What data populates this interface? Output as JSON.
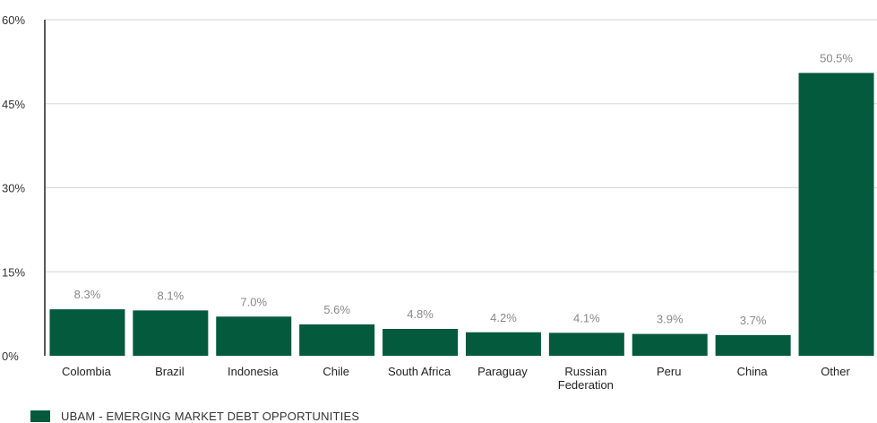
{
  "colors": {
    "bar": "#045a3c",
    "grid": "#d6d6d6",
    "axis": "#222222"
  },
  "chart_data": {
    "type": "bar",
    "categories": [
      "Colombia",
      "Brazil",
      "Indonesia",
      "Chile",
      "South Africa",
      "Paraguay",
      "Russian Federation",
      "Peru",
      "China",
      "Other"
    ],
    "category_lines": [
      [
        "Colombia"
      ],
      [
        "Brazil"
      ],
      [
        "Indonesia"
      ],
      [
        "Chile"
      ],
      [
        "South Africa"
      ],
      [
        "Paraguay"
      ],
      [
        "Russian",
        "Federation"
      ],
      [
        "Peru"
      ],
      [
        "China"
      ],
      [
        "Other"
      ]
    ],
    "series": [
      {
        "name": "UBAM - EMERGING MARKET DEBT OPPORTUNITIES",
        "values": [
          8.3,
          8.1,
          7.0,
          5.6,
          4.8,
          4.2,
          4.1,
          3.9,
          3.7,
          50.5
        ]
      }
    ],
    "data_labels": [
      "8.3%",
      "8.1%",
      "7.0%",
      "5.6%",
      "4.8%",
      "4.2%",
      "4.1%",
      "3.9%",
      "3.7%",
      "50.5%"
    ],
    "yticks": [
      0,
      15,
      30,
      45,
      60
    ],
    "ytick_labels": [
      "0%",
      "15%",
      "30%",
      "45%",
      "60%"
    ],
    "ylim": [
      0,
      60
    ],
    "grid": true,
    "legend_position": "bottom-left"
  }
}
